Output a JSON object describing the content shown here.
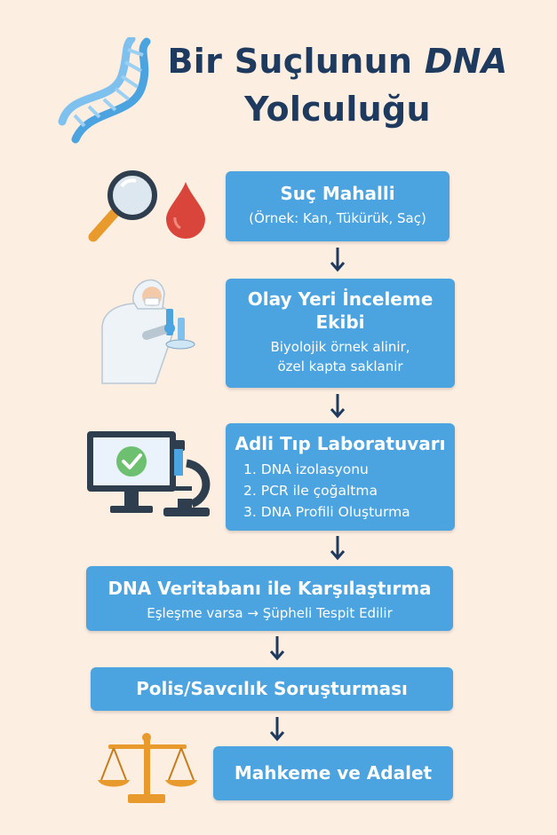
{
  "title": {
    "line1_prefix": "Bir Suçlunun ",
    "line1_em": "DNA",
    "line2": "Yolculuğu"
  },
  "steps": [
    {
      "title": "Suç Mahalli",
      "subtitle": "(Örnek: Kan, Tükürük, Saç)"
    },
    {
      "title_line1": "Olay Yeri İnceleme",
      "title_line2": "Ekibi",
      "desc_line1": "Biyolojik örnek alinir,",
      "desc_line2": "özel kapta saklanir"
    },
    {
      "title": "Adli Tıp Laboratuvarı",
      "items": [
        "1. DNA izolasyonu",
        "2. PCR ile çoğaltma",
        "3. DNA Profili Oluşturma"
      ]
    },
    {
      "title": "DNA Veritabanı ile Karşılaştırma",
      "subtitle": "Eşleşme varsa → Şüpheli Tespit Edilir"
    },
    {
      "title": "Polis/Savcılık Soruşturması"
    },
    {
      "title": "Mahkeme ve Adalet"
    }
  ],
  "icons": [
    "dna-icon",
    "magnifier-icon",
    "blood-drop-icon",
    "forensic-investigator-icon",
    "computer-check-icon",
    "microscope-icon",
    "scales-of-justice-icon"
  ],
  "colors": {
    "background": "#fdeee2",
    "box": "#4ba3e0",
    "title": "#1e3a5f",
    "arrow": "#1e3a5f"
  }
}
